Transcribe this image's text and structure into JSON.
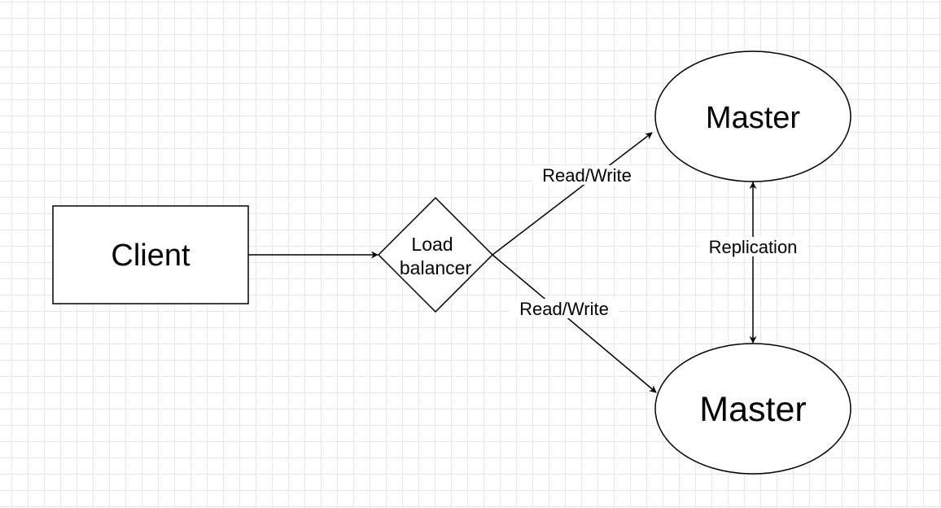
{
  "nodes": {
    "client": {
      "label": "Client",
      "shape": "rectangle"
    },
    "load_balancer": {
      "label_line1": "Load",
      "label_line2": "balancer",
      "shape": "diamond"
    },
    "master_top": {
      "label": "Master",
      "shape": "ellipse"
    },
    "master_bottom": {
      "label": "Master",
      "shape": "ellipse"
    }
  },
  "edges": {
    "client_to_lb": {
      "label": ""
    },
    "lb_to_master_top": {
      "label": "Read/Write"
    },
    "lb_to_master_bottom": {
      "label": "Read/Write"
    },
    "master_replication": {
      "label": "Replication",
      "bidirectional": true
    }
  },
  "colors": {
    "stroke": "#000000",
    "fill": "#ffffff",
    "grid": "#e6e6e6"
  }
}
